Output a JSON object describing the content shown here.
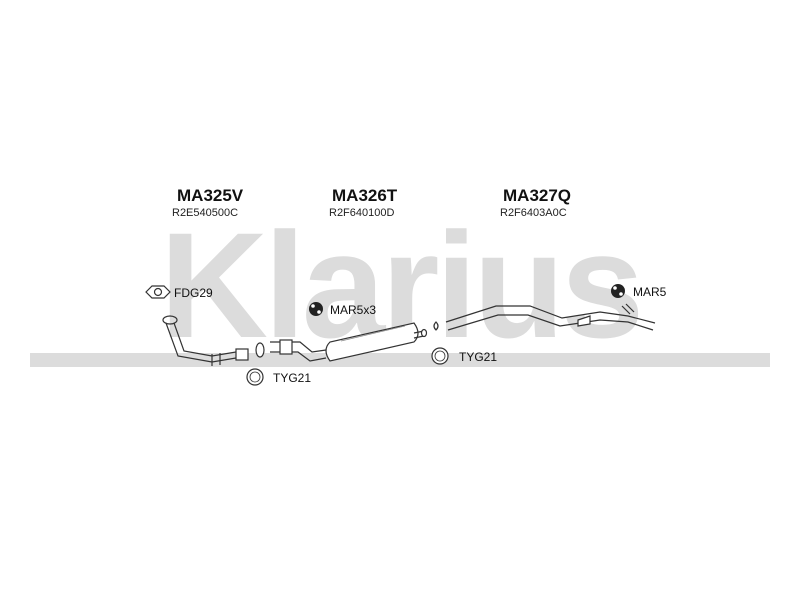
{
  "watermark": {
    "brand": "Klarius"
  },
  "parts": [
    {
      "code": "MA325V",
      "ref": "R2E540500C"
    },
    {
      "code": "MA326T",
      "ref": "R2F640100D"
    },
    {
      "code": "MA327Q",
      "ref": "R2F6403A0C"
    }
  ],
  "accessories": {
    "fdg": "FDG29",
    "mar5x3": "MAR5x3",
    "mar5": "MAR5",
    "tyg21_left": "TYG21",
    "tyg21_mid": "TYG21"
  },
  "colors": {
    "watermark": "#dcdcdc",
    "line": "#333333",
    "text": "#111111"
  }
}
